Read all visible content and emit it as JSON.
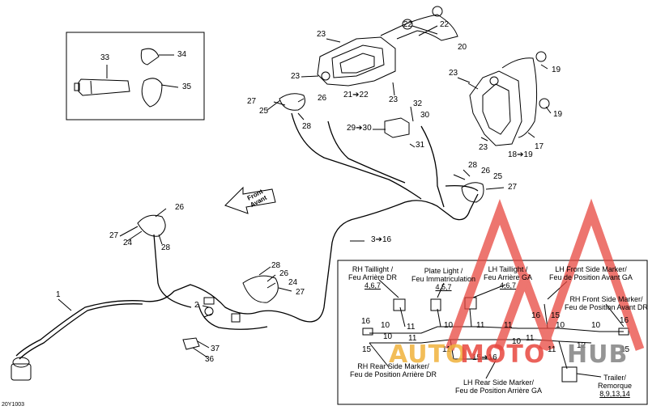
{
  "figure_code": "20Y1003",
  "direction_label": [
    "Front",
    "Avant"
  ],
  "part_numbers": {
    "n1": "1",
    "n2": "2",
    "n3_16": "3➔16",
    "n10a": "10",
    "n10b": "10",
    "n10c": "10",
    "n10d": "10",
    "n10e": "10",
    "n10f": "10",
    "n11a": "11",
    "n11b": "11",
    "n11c": "11",
    "n11d": "11",
    "n11e": "11",
    "n11f": "11",
    "n11g": "11",
    "n12": "12",
    "n15a": "15",
    "n15b": "15",
    "n15c": "15",
    "n15d": "15",
    "n16a": "16",
    "n16b": "16",
    "n16c": "16",
    "n15_16": "15➔16",
    "n17": "17",
    "n18_19": "18➔19",
    "n19a": "19",
    "n19b": "19",
    "n20": "20",
    "n21_22": "21➔22",
    "n22a": "22",
    "n22b": "22",
    "n23a": "23",
    "n23b": "23",
    "n23c": "23",
    "n23d": "23",
    "n23e": "23",
    "n24a": "24",
    "n24b": "24",
    "n25a": "25",
    "n25b": "25",
    "n26a": "26",
    "n26b": "26",
    "n26c": "26",
    "n26d": "26",
    "n27a": "27",
    "n27b": "27",
    "n27c": "27",
    "n27d": "27",
    "n28a": "28",
    "n28b": "28",
    "n28c": "28",
    "n28d": "28",
    "n29_30": "29➔30",
    "n30": "30",
    "n31": "31",
    "n32": "32",
    "n33": "33",
    "n34": "34",
    "n35": "35",
    "n36": "36",
    "n37": "37"
  },
  "callouts": {
    "rh_taillight": {
      "line1": "RH Taillight /",
      "line2": "Feu Arrière DR",
      "refs": "4,6,7"
    },
    "plate_light": {
      "line1": "Plate Light /",
      "line2": "Feu Immatriculation",
      "refs": "4,5,7"
    },
    "lh_taillight": {
      "line1": "LH Taillight /",
      "line2": "Feu Arrière GA",
      "refs": "4,6,7"
    },
    "lh_front_marker": {
      "line1": "LH Front Side Marker/",
      "line2": "Feu de Position Avant GA"
    },
    "rh_front_marker": {
      "line1": "RH Front Side Marker/",
      "line2": "Feu de Position Avant DR"
    },
    "rh_rear_marker": {
      "line1": "RH Rear Side Marker/",
      "line2": "Feu de Position Arrière DR"
    },
    "lh_rear_marker": {
      "line1": "LH Rear Side Marker/",
      "line2": "Feu de Position Arrière GA"
    },
    "trailer": {
      "line1": "Trailer/",
      "line2": "Remorque",
      "refs": "8,9,13,14"
    }
  },
  "watermark": {
    "part1": "AUTO",
    "part2": "MOTO",
    "part3": "HUB"
  },
  "colors": {
    "line": "#000000",
    "watermark_red": "#e8473f",
    "watermark_gold": "#f0b23c",
    "watermark_grey": "#8a8a8a"
  }
}
